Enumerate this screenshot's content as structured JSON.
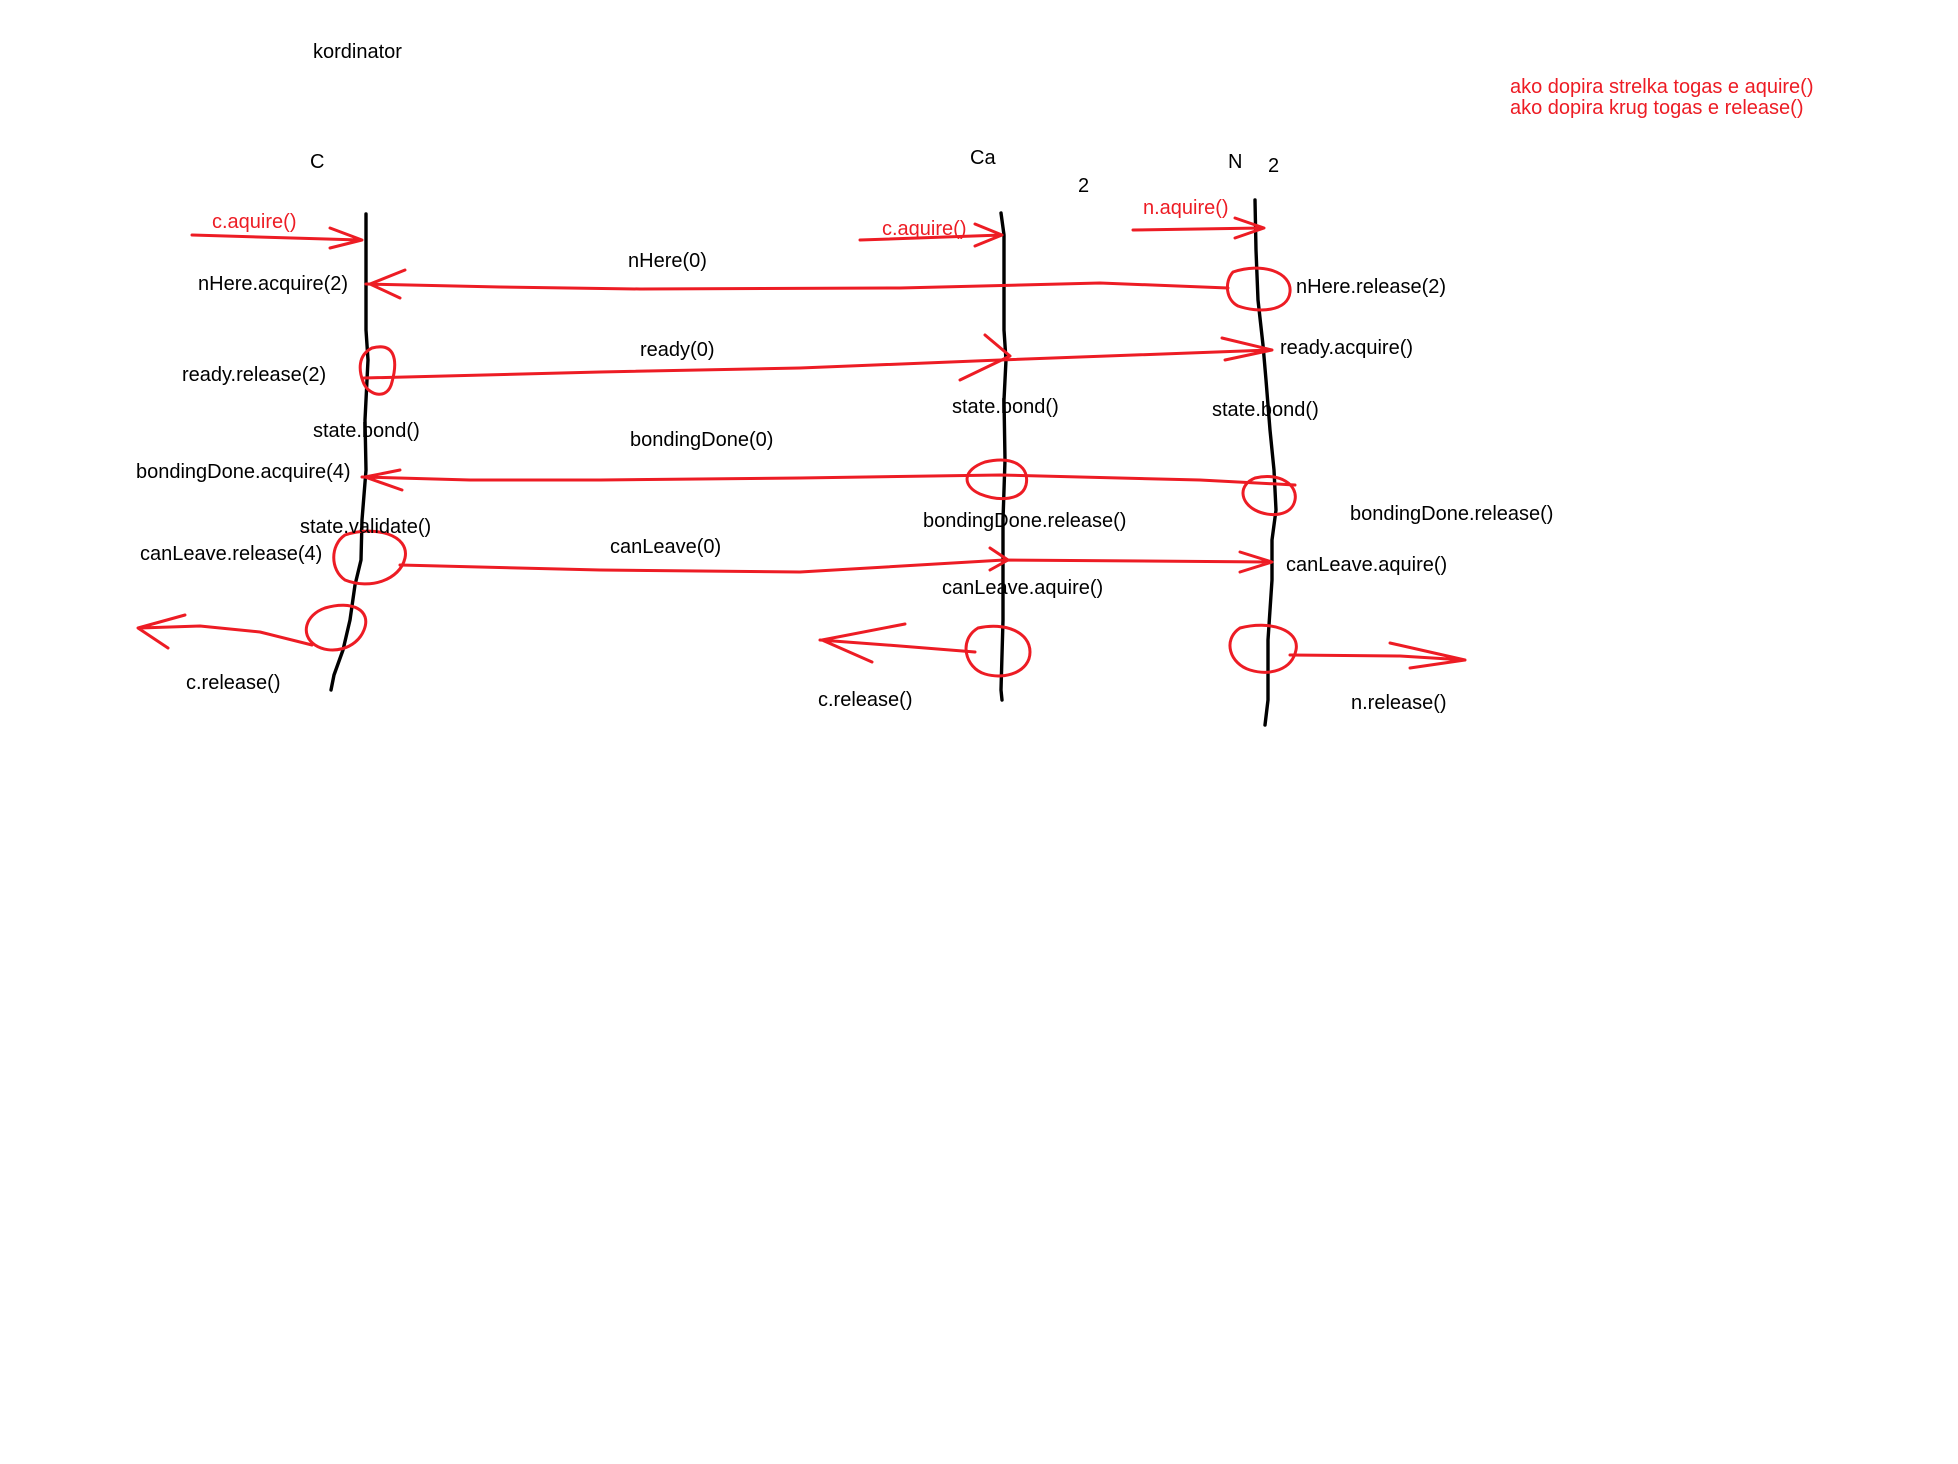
{
  "colors": {
    "ink": "#000000",
    "accent": "#ed1c24",
    "background": "#ffffff"
  },
  "header": {
    "coordinator_caption": "kordinator"
  },
  "legend": {
    "line1": "ako dopira strelka togas e aquire()",
    "line2": "ako dopira krug togas e release()"
  },
  "actors": {
    "c": {
      "glyph": "C"
    },
    "ca2": {
      "glyph": "Ca",
      "subscript": "2"
    },
    "n2": {
      "glyph": "N",
      "subscript": "2"
    }
  },
  "entries": {
    "c": {
      "label": "c.aquire()"
    },
    "ca2": {
      "label": "c.aquire()"
    },
    "n2": {
      "label": "n.aquire()"
    }
  },
  "messages": {
    "nhere": {
      "label": "nHere(0)"
    },
    "ready": {
      "label": "ready(0)"
    },
    "bonding": {
      "label": "bondingDone(0)"
    },
    "canleave": {
      "label": "canLeave(0)"
    }
  },
  "coordinator_ops": {
    "nhere": "nHere.acquire(2)",
    "ready": "ready.release(2)",
    "state_bond": "state.bond()",
    "bonding": "bondingDone.acquire(4)",
    "state_validate": "state.validate()",
    "canleave": "canLeave.release(4)",
    "exit": "c.release()"
  },
  "ca2_ops": {
    "state_bond": "state.bond()",
    "bonding": "bondingDone.release()",
    "canleave": "canLeave.aquire()",
    "exit": "c.release()"
  },
  "n2_ops": {
    "nhere": "nHere.release(2)",
    "ready": "ready.acquire()",
    "state_bond": "state.bond()",
    "bonding": "bondingDone.release()",
    "canleave": "canLeave.aquire()",
    "exit": "n.release()"
  }
}
